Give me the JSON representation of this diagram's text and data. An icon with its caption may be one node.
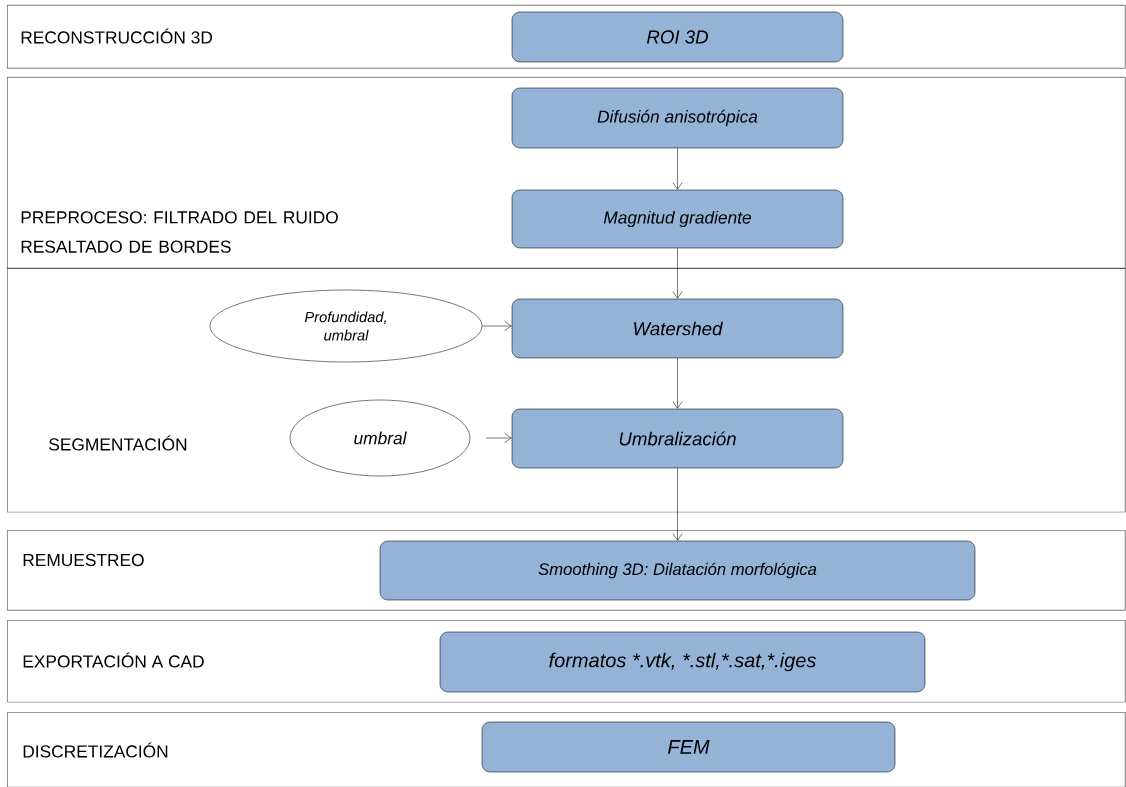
{
  "diagram": {
    "nodes": [
      {
        "text": [
          "RECONSTRUCCIÓN 3D"
        ]
      },
      {
        "text": [
          "ROI 3D"
        ],
        "in": 0
      },
      {
        "text": [
          "PREPROCESO: FILTRADO DEL RUIDO RESALTADO DE BORDES"
        ]
      },
      {
        "text": [
          "Difusión anisotrópica"
        ],
        "in": 2
      },
      {
        "text": [
          "Magnitud gradiente"
        ],
        "in": 2
      },
      {
        "text": [
          "SEGMENTACIÓN"
        ]
      },
      {
        "text": [
          "Profundidad, umbral"
        ],
        "in": 5
      },
      {
        "text": [
          "Watershed"
        ],
        "in": 5
      },
      {
        "text": [
          "umbral"
        ],
        "in": 5
      },
      {
        "text": [
          "Umbralización"
        ],
        "in": 5
      },
      {
        "text": [
          "REMUESTREO"
        ]
      },
      {
        "text": [
          "Smoothing 3D: Dilatación morfológica"
        ],
        "in": 10
      },
      {
        "text": [
          "EXPORTACIÓN A CAD"
        ]
      },
      {
        "text": [
          "formatos *.vtk,  *.stl,*.sat,*.iges"
        ],
        "in": 12
      },
      {
        "text": [
          "DISCRETIZACIÓN"
        ]
      },
      {
        "text": [
          "FEM"
        ],
        "in": 14
      }
    ],
    "edges": [
      {
        "from": 3,
        "to": 4,
        "arrow": "to"
      },
      {
        "from": 4,
        "to": 7,
        "arrow": "to"
      },
      {
        "from": 6,
        "to": 7,
        "arrow": "to"
      },
      {
        "from": 7,
        "to": 9,
        "arrow": "to"
      },
      {
        "from": 8,
        "to": 9,
        "arrow": "to"
      },
      {
        "from": 9,
        "to": 11,
        "arrow": "to"
      }
    ]
  }
}
